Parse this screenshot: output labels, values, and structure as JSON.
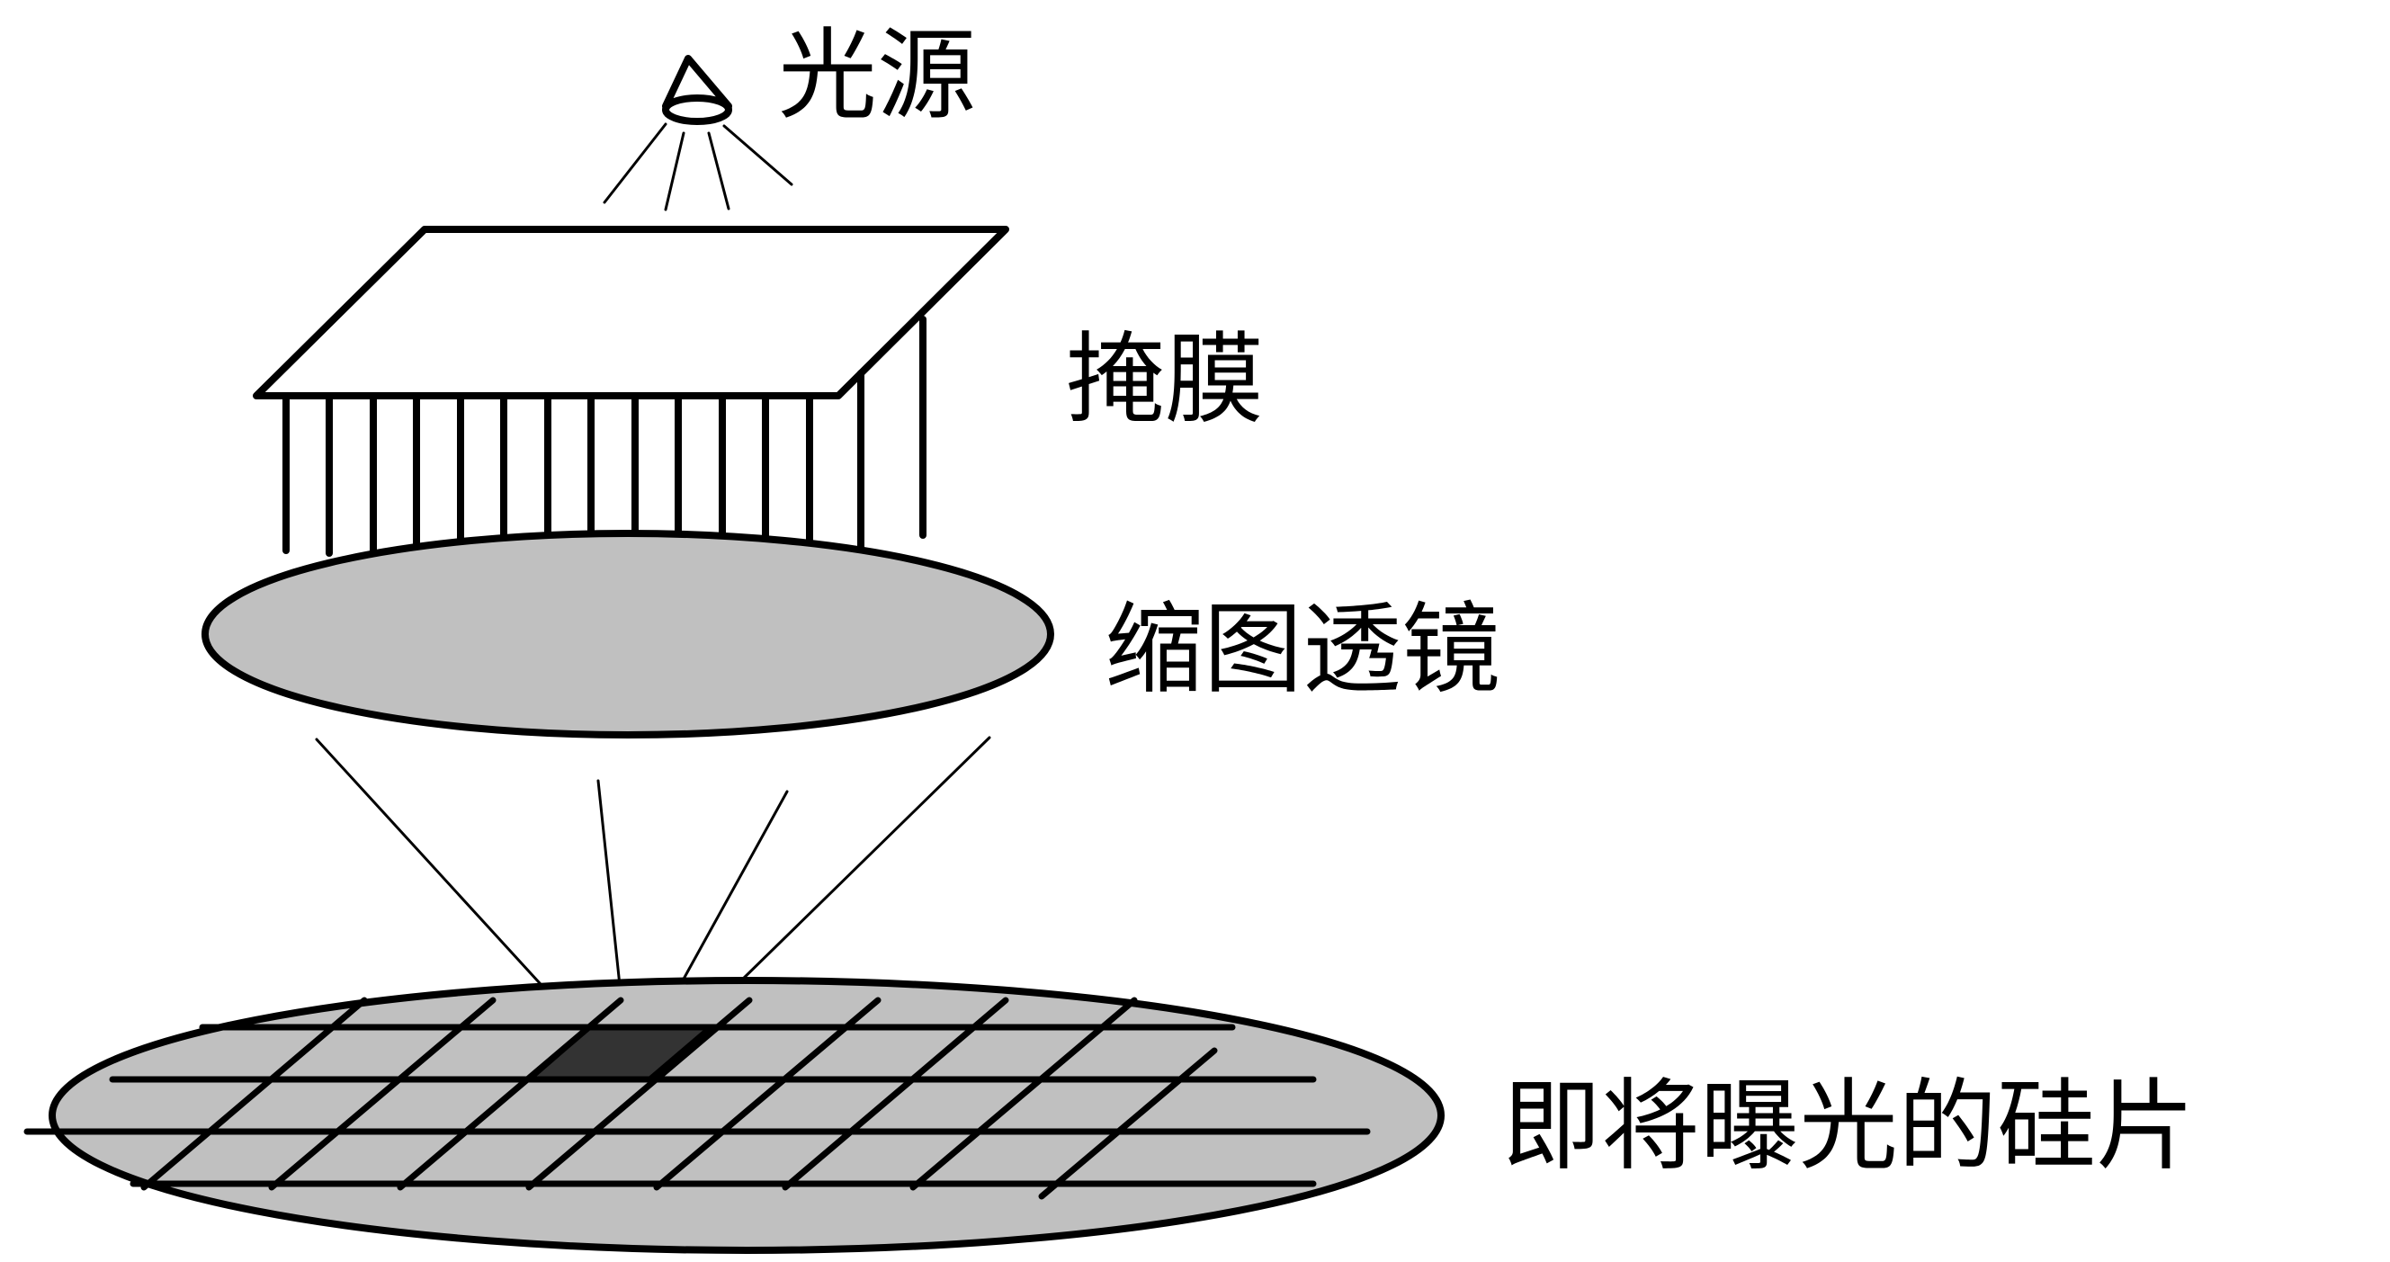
{
  "labels": {
    "light_source": "光源",
    "mask": "掩膜",
    "reduction_lens": "缩图透镜",
    "wafer": "即将曝光的硅片"
  },
  "colors": {
    "line": "#000000",
    "lens_fill": "#c0c0c0",
    "wafer_fill": "#c0c0c0",
    "exposed_die": "#333333",
    "background": "#ffffff"
  }
}
